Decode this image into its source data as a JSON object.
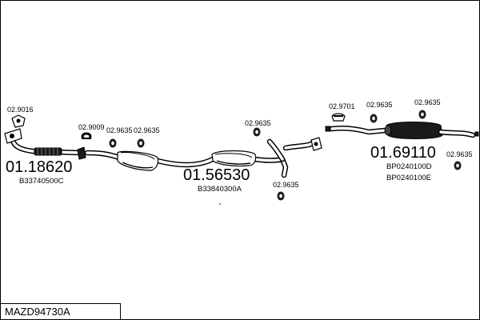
{
  "diagram": {
    "title": "MAZD94730A",
    "assemblies": [
      {
        "number": "01.18620",
        "code": "B33740500C"
      },
      {
        "number": "01.56530",
        "code": "B33840300A"
      },
      {
        "number": "01.69110",
        "code": "BP0240100D",
        "code2": "BP0240100E"
      }
    ],
    "fittings": [
      "02.9016",
      "02.9009",
      "02.9635",
      "02.9635",
      "02.9635",
      "02.9635",
      "02.9701",
      "02.9635",
      "02.9635",
      "02.9635"
    ]
  }
}
